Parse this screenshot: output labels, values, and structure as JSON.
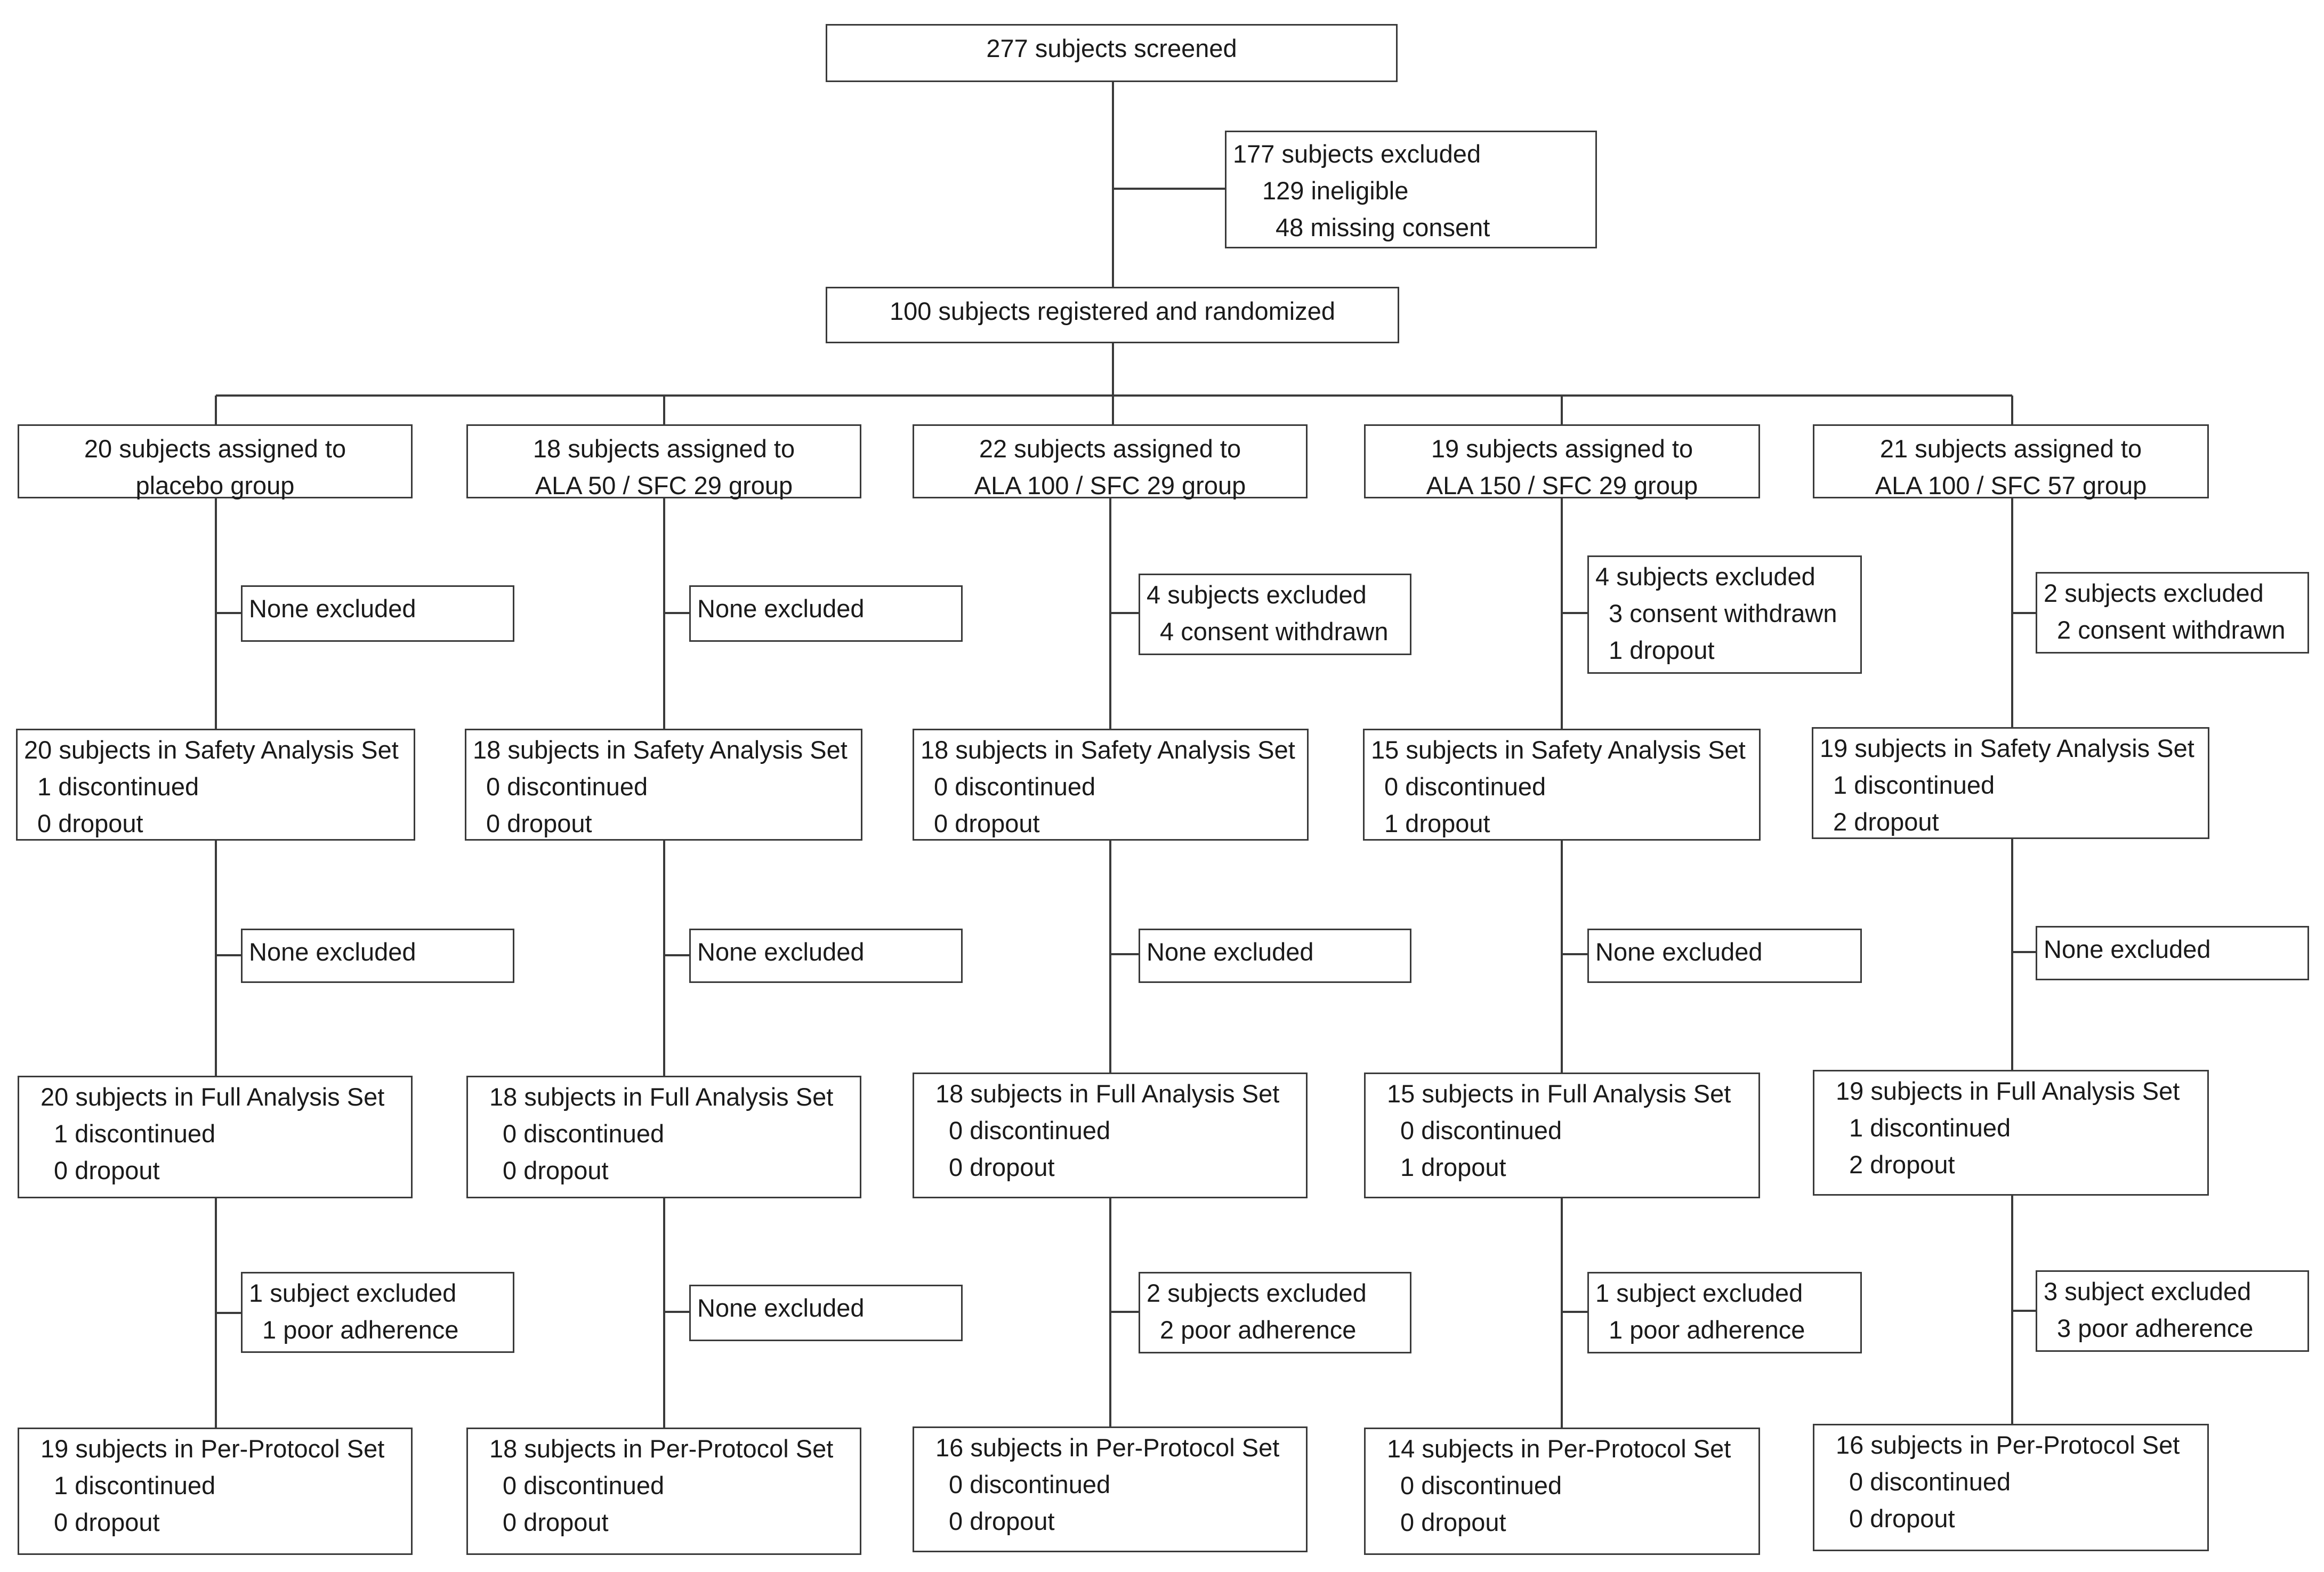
{
  "screening": {
    "screened": "277 subjects screened",
    "excluded": {
      "title": "177 subjects excluded",
      "items": [
        "129  ineligible",
        "48  missing consent"
      ]
    },
    "randomized": "100 subjects registered and randomized"
  },
  "groups": [
    {
      "assigned": [
        "20 subjects assigned to",
        "placebo group"
      ],
      "excl1": [
        "None excluded"
      ],
      "safety": [
        "20 subjects in Safety Analysis Set",
        "1  discontinued",
        "0  dropout"
      ],
      "excl2": [
        "None excluded"
      ],
      "full": [
        "20 subjects in Full Analysis Set",
        "1  discontinued",
        "0  dropout"
      ],
      "excl3": [
        "1 subject excluded",
        "1  poor adherence"
      ],
      "pp": [
        "19 subjects in Per-Protocol Set",
        "1  discontinued",
        "0  dropout"
      ]
    },
    {
      "assigned": [
        "18 subjects assigned to",
        "ALA 50 / SFC 29 group"
      ],
      "excl1": [
        "None excluded"
      ],
      "safety": [
        "18 subjects in Safety Analysis Set",
        "0  discontinued",
        "0  dropout"
      ],
      "excl2": [
        "None excluded"
      ],
      "full": [
        "18 subjects in Full Analysis Set",
        "0  discontinued",
        "0  dropout"
      ],
      "excl3": [
        "None excluded"
      ],
      "pp": [
        "18 subjects in Per-Protocol Set",
        "0  discontinued",
        "0  dropout"
      ]
    },
    {
      "assigned": [
        "22 subjects assigned to",
        "ALA 100 / SFC 29 group"
      ],
      "excl1": [
        "4 subjects excluded",
        "4 consent withdrawn"
      ],
      "safety": [
        "18 subjects in Safety Analysis Set",
        "0  discontinued",
        "0  dropout"
      ],
      "excl2": [
        "None excluded"
      ],
      "full": [
        "18 subjects in Full Analysis Set",
        "0  discontinued",
        "0  dropout"
      ],
      "excl3": [
        "2 subjects excluded",
        "2  poor adherence"
      ],
      "pp": [
        "16 subjects in Per-Protocol Set",
        "0  discontinued",
        "0  dropout"
      ]
    },
    {
      "assigned": [
        "19 subjects assigned to",
        "ALA 150 / SFC 29 group"
      ],
      "excl1": [
        "4 subjects excluded",
        "3  consent withdrawn",
        "1  dropout"
      ],
      "safety": [
        "15 subjects in Safety Analysis Set",
        "0  discontinued",
        "1  dropout"
      ],
      "excl2": [
        "None excluded"
      ],
      "full": [
        "15 subjects in Full Analysis Set",
        "0  discontinued",
        "1  dropout"
      ],
      "excl3": [
        "1 subject excluded",
        "1  poor adherence"
      ],
      "pp": [
        "14 subjects in Per-Protocol Set",
        "0  discontinued",
        "0  dropout"
      ]
    },
    {
      "assigned": [
        "21 subjects assigned to",
        "ALA 100 / SFC 57 group"
      ],
      "excl1": [
        "2 subjects excluded",
        "2  consent withdrawn"
      ],
      "safety": [
        "19 subjects in Safety Analysis Set",
        "1  discontinued",
        "2  dropout"
      ],
      "excl2": [
        "None excluded"
      ],
      "full": [
        "19 subjects in Full Analysis Set",
        "1  discontinued",
        "2  dropout"
      ],
      "excl3": [
        "3 subject excluded",
        "3  poor adherence"
      ],
      "pp": [
        "16 subjects in Per-Protocol Set",
        "0  discontinued",
        "0  dropout"
      ]
    }
  ]
}
